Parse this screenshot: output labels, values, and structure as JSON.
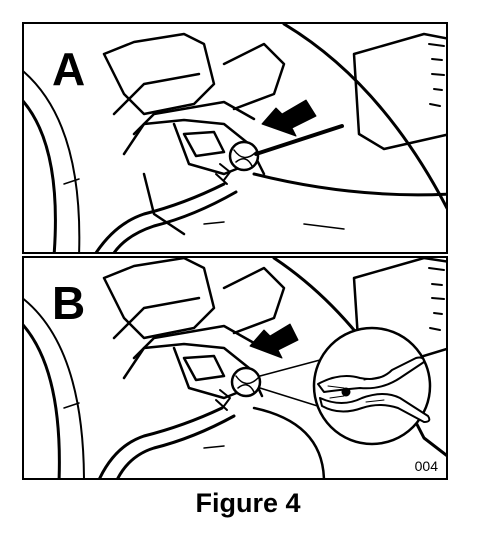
{
  "panels": [
    {
      "label": "A"
    },
    {
      "label": "B"
    }
  ],
  "image_code": "004",
  "caption": "Figure 4",
  "icons": {
    "arrow_a": "pointer-arrow",
    "arrow_b": "pointer-arrow",
    "pliers": "pliers-icon"
  }
}
